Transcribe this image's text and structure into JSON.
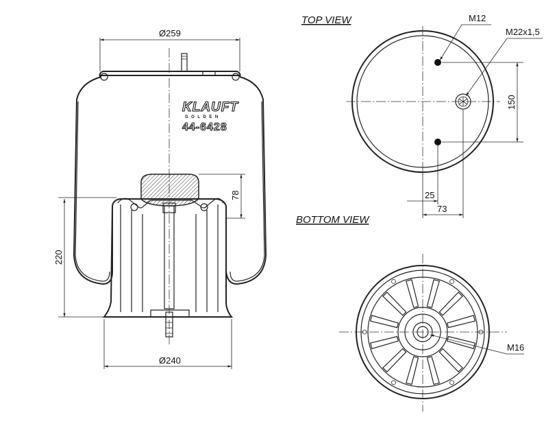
{
  "views": {
    "top_view_label": "TOP VIEW",
    "bottom_view_label": "BOTTOM VIEW"
  },
  "logo": {
    "brand": "KLAUFT",
    "sub": "GOLDEN",
    "part_number": "44-6428"
  },
  "dimensions": {
    "top_diameter": "Ø259",
    "bottom_diameter": "Ø240",
    "height": "220",
    "piston_height": "78",
    "stud_spacing": "150",
    "offset_small": "25",
    "offset_large": "73"
  },
  "callouts": {
    "stud": "M12",
    "air_fitting": "M22x1,5",
    "bottom_thread": "M16"
  },
  "colors": {
    "line": "#222222",
    "background": "#ffffff"
  }
}
